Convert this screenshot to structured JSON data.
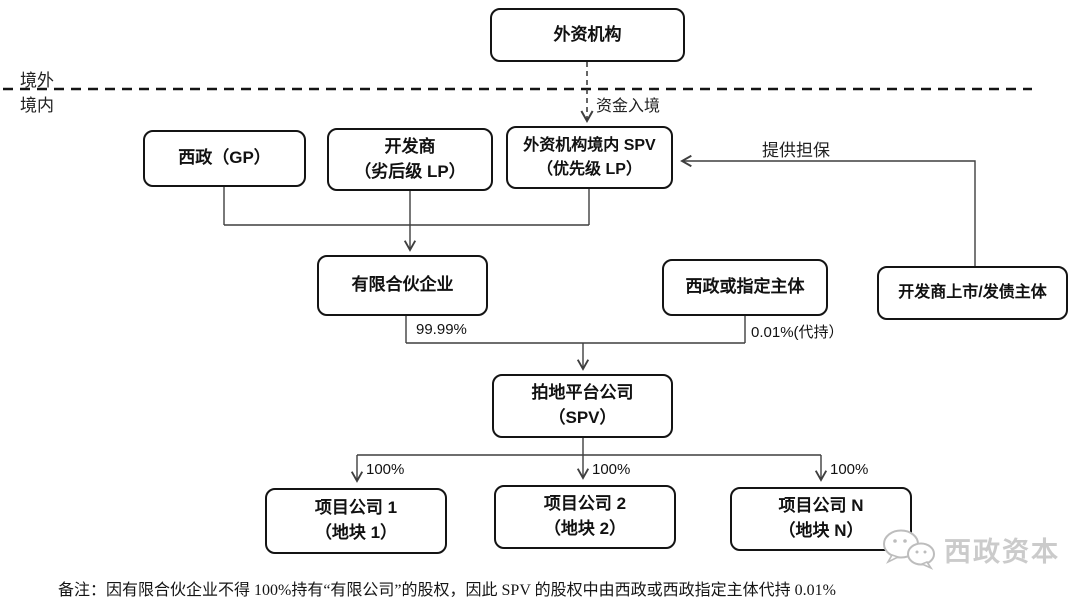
{
  "regions": {
    "offshore": "境外",
    "onshore": "境内"
  },
  "nodes": {
    "foreign": {
      "line1": "外资机构"
    },
    "xizheng_gp": {
      "line1": "西政（GP）"
    },
    "developer_lp": {
      "line1": "开发商",
      "line2": "（劣后级 LP）"
    },
    "onshore_spv": {
      "line1": "外资机构境内 SPV",
      "line2": "（优先级 LP）"
    },
    "listed_entity": {
      "line1": "开发商上市/发债主体"
    },
    "partnership": {
      "line1": "有限合伙企业"
    },
    "nominee": {
      "line1": "西政或指定主体"
    },
    "platform": {
      "line1": "拍地平台公司",
      "line2": "（SPV）"
    },
    "project1": {
      "line1": "项目公司 1",
      "line2": "（地块 1）"
    },
    "project2": {
      "line1": "项目公司 2",
      "line2": "（地块 2）"
    },
    "projectN": {
      "line1": "项目公司 N",
      "line2": "（地块 N）"
    }
  },
  "edge_labels": {
    "funds_inbound": "资金入境",
    "guarantee": "提供担保",
    "partnership_share": "99.99%",
    "nominee_share": "0.01%(代持）",
    "project1_share": "100%",
    "project2_share": "100%",
    "projectN_share": "100%"
  },
  "note": "备注：因有限合伙企业不得 100%持有“有限公司”的股权，因此 SPV 的股权中由西政或西政指定主体代持 0.01%",
  "watermark": {
    "brand": "西政资本",
    "icon": "wechat-icon"
  },
  "colors": {
    "line": "#3f3f3f",
    "separator": "#141414",
    "box_border": "#141414",
    "text": "#111111",
    "watermark": "#cbcbcb"
  }
}
